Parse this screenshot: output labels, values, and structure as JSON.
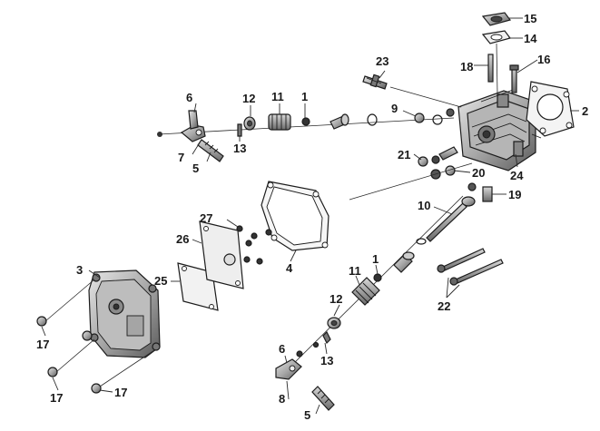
{
  "colors": {
    "ink": "#1c1c1c",
    "metal": "#9a9a9a",
    "metal_dark": "#555555",
    "metal_light": "#d6d6d6",
    "background": "#ffffff"
  },
  "callouts": [
    {
      "id": "c1",
      "text": "1"
    },
    {
      "id": "c2",
      "text": "2"
    },
    {
      "id": "c3",
      "text": "3"
    },
    {
      "id": "c4",
      "text": "4"
    },
    {
      "id": "c5a",
      "text": "5"
    },
    {
      "id": "c5b",
      "text": "5"
    },
    {
      "id": "c6a",
      "text": "6"
    },
    {
      "id": "c6b",
      "text": "6"
    },
    {
      "id": "c7",
      "text": "7"
    },
    {
      "id": "c8",
      "text": "8"
    },
    {
      "id": "c9",
      "text": "9"
    },
    {
      "id": "c10",
      "text": "10"
    },
    {
      "id": "c11a",
      "text": "11"
    },
    {
      "id": "c11b",
      "text": "11"
    },
    {
      "id": "c1b",
      "text": "1"
    },
    {
      "id": "c12a",
      "text": "12"
    },
    {
      "id": "c12b",
      "text": "12"
    },
    {
      "id": "c13a",
      "text": "13"
    },
    {
      "id": "c13b",
      "text": "13"
    },
    {
      "id": "c14",
      "text": "14"
    },
    {
      "id": "c15",
      "text": "15"
    },
    {
      "id": "c16",
      "text": "16"
    },
    {
      "id": "c17a",
      "text": "17"
    },
    {
      "id": "c17b",
      "text": "17"
    },
    {
      "id": "c17c",
      "text": "17"
    },
    {
      "id": "c18",
      "text": "18"
    },
    {
      "id": "c19",
      "text": "19"
    },
    {
      "id": "c20",
      "text": "20"
    },
    {
      "id": "c21",
      "text": "21"
    },
    {
      "id": "c22",
      "text": "22"
    },
    {
      "id": "c23",
      "text": "23"
    },
    {
      "id": "c24",
      "text": "24"
    },
    {
      "id": "c25",
      "text": "25"
    },
    {
      "id": "c26",
      "text": "26"
    },
    {
      "id": "c27",
      "text": "27"
    }
  ]
}
